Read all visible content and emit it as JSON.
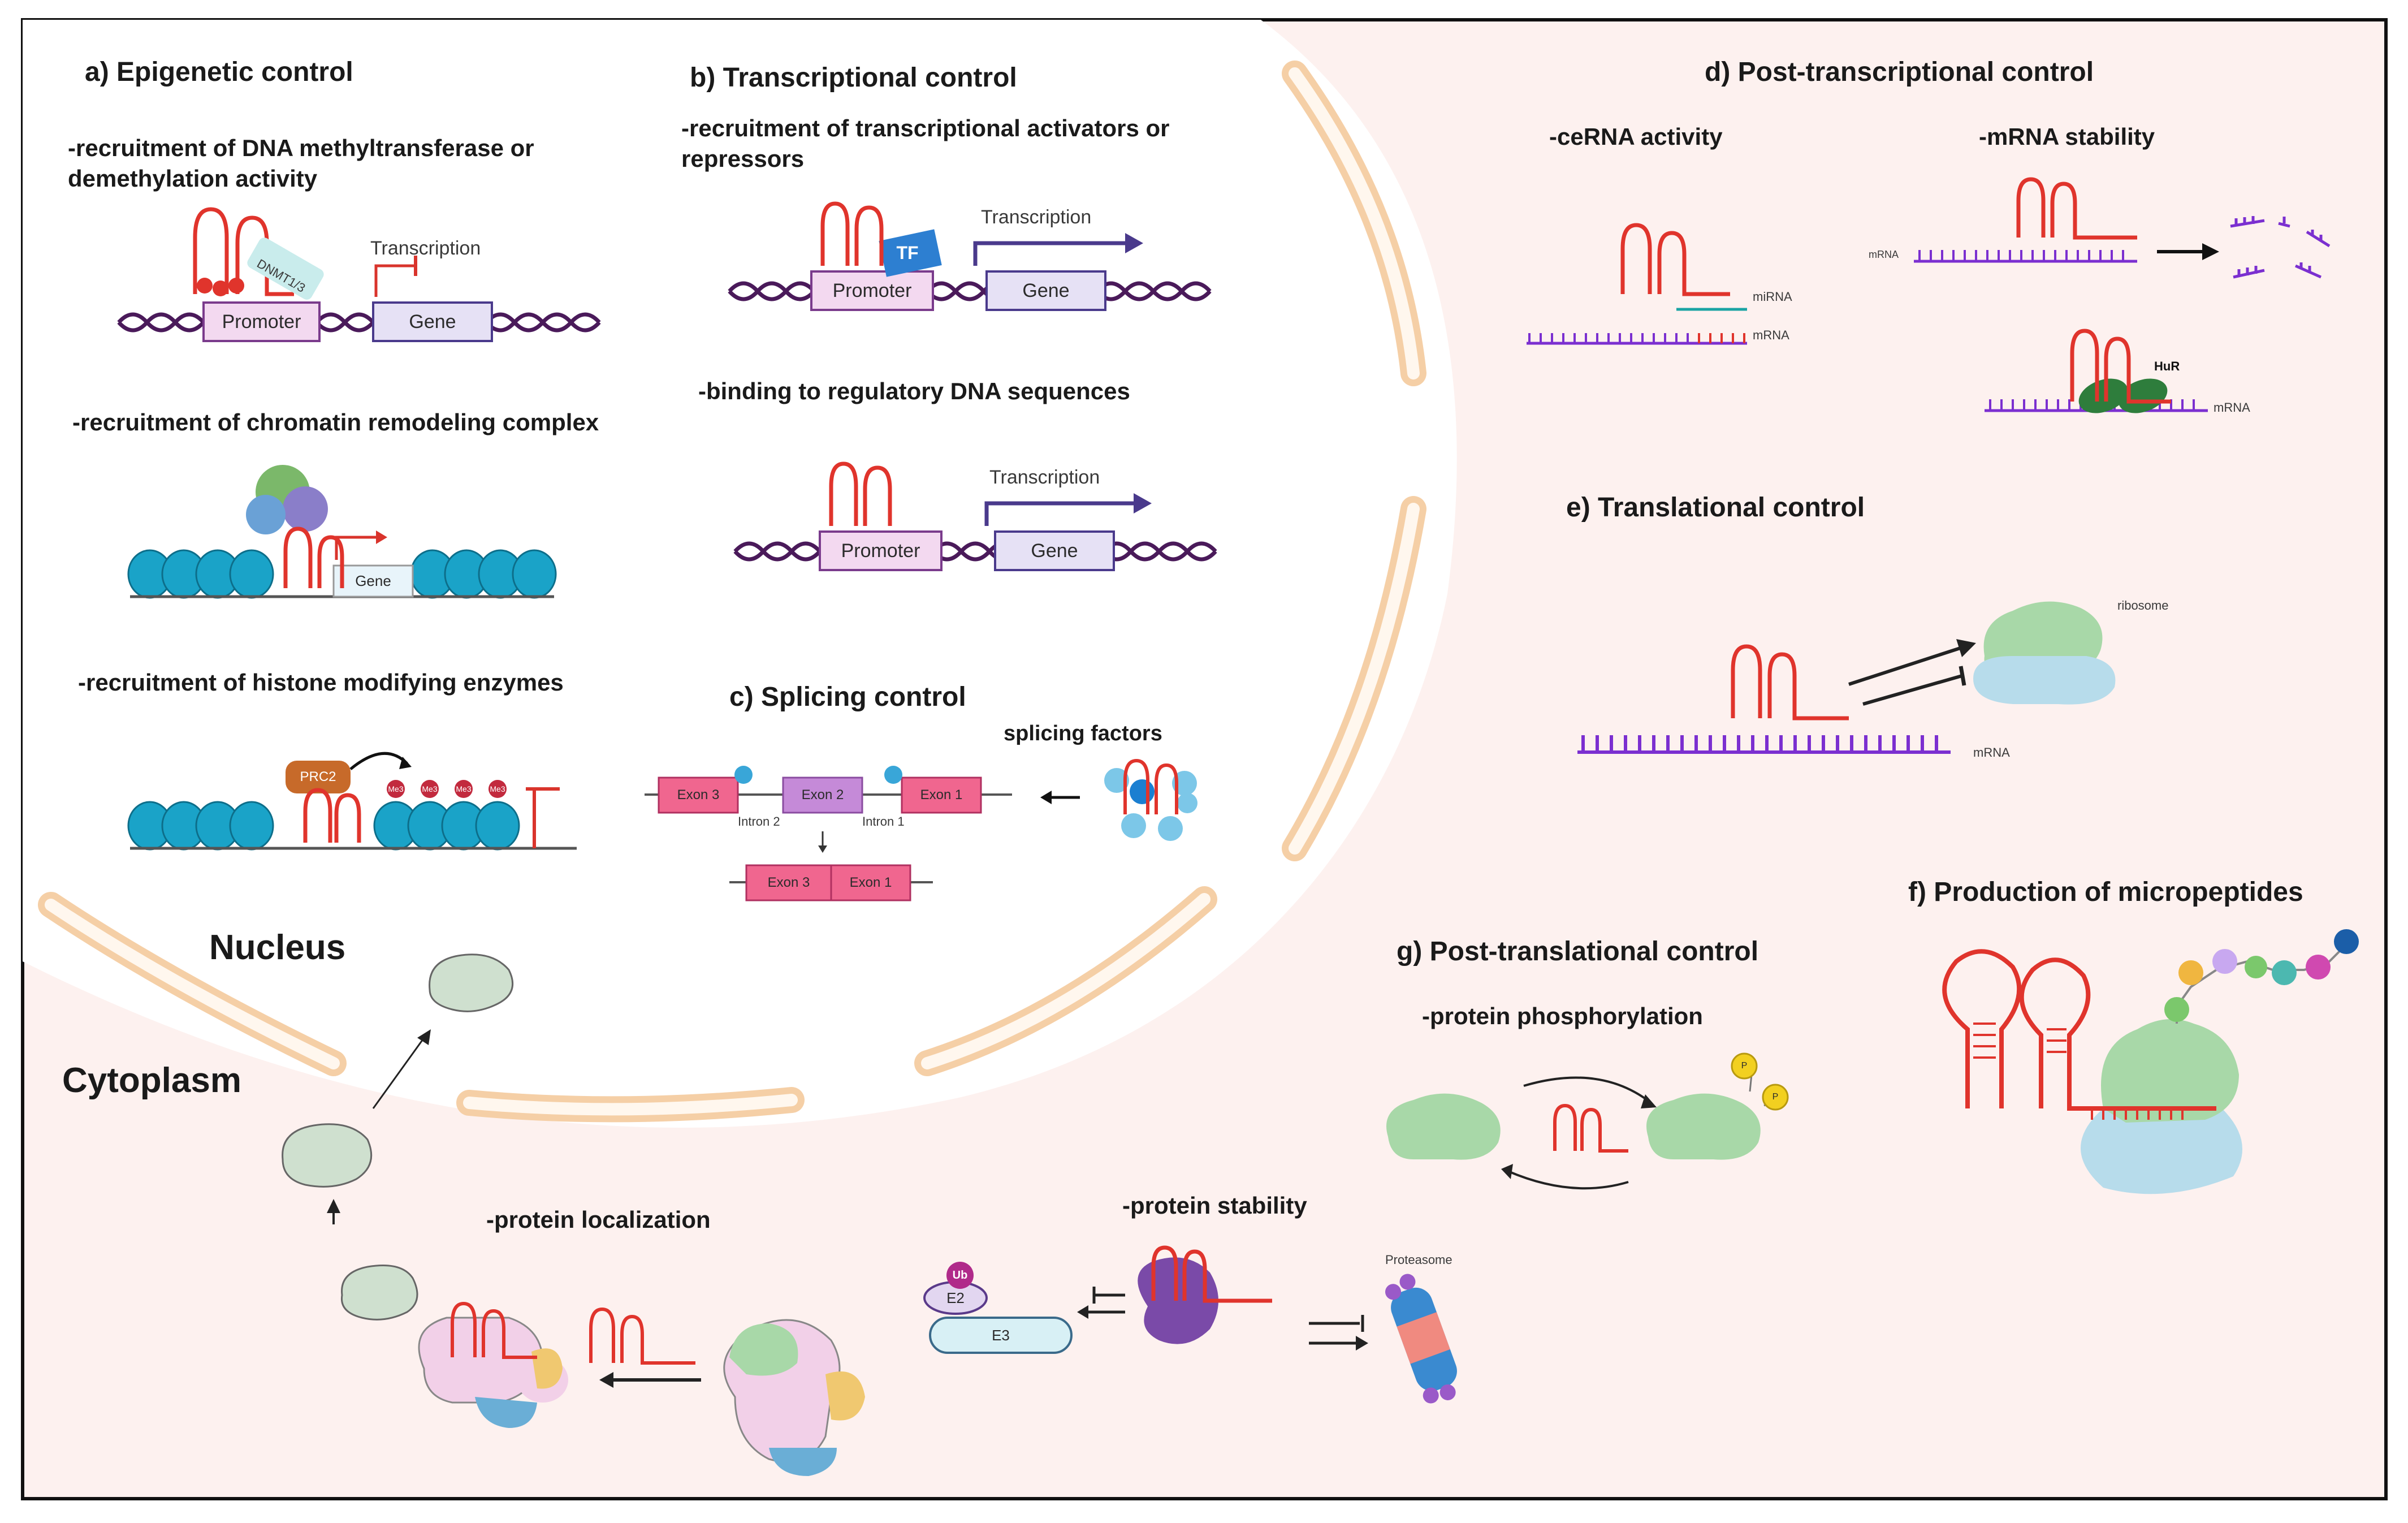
{
  "colors": {
    "nucleus_bg": "#ffffff",
    "cytoplasm_bg": "#fdf1ef",
    "membrane": "#f5cfa6",
    "dna": "#4a1a5a",
    "rna": "#e0342c",
    "promoter_fill": "#f3d9f0",
    "gene_fill": "#e6e1f5",
    "nucleosome": "#1aa3c8",
    "protein_green": "#a8d8a8",
    "protein_blue": "#b7dceb",
    "exon_pink": "#f0668f",
    "exon_purple": "#c58ad8",
    "mrna": "#7b2fd0"
  },
  "panels": {
    "a": {
      "title": "a) Epigenetic control",
      "item1": "-recruitment of DNA methyltransferase or demethylation activity",
      "item2": "-recruitment of chromatin remodeling complex",
      "item3": "-recruitment of histone modifying enzymes",
      "transcription": "Transcription",
      "promoter": "Promoter",
      "gene": "Gene",
      "dnmt": "DNMT1/3",
      "gene_small": "Gene",
      "prc2": "PRC2",
      "me": "Me3"
    },
    "b": {
      "title": "b) Transcriptional control",
      "item1": "-recruitment of transcriptional activators or repressors",
      "item2": "-binding to regulatory DNA sequences",
      "tf": "TF",
      "transcription": "Transcription",
      "promoter": "Promoter",
      "gene": "Gene"
    },
    "c": {
      "title": "c) Splicing control",
      "splicing_factors": "splicing factors",
      "exon3": "Exon 3",
      "exon2": "Exon 2",
      "exon1": "Exon 1",
      "intron2": "Intron 2",
      "intron1": "Intron 1"
    },
    "d": {
      "title": "d) Post-transcriptional control",
      "cerna": "-ceRNA activity",
      "stability": "-mRNA stability",
      "mirna": "miRNA",
      "mrna": "mRNA",
      "mrna_small": "mRNA",
      "hur": "HuR"
    },
    "e": {
      "title": "e) Translational control",
      "ribosome": "ribosome",
      "mrna": "mRNA"
    },
    "f": {
      "title": "f) Production of micropeptides"
    },
    "g": {
      "title": "g) Post-translational control",
      "phospho": "-protein phosphorylation",
      "stability": "-protein stability",
      "localization": "-protein localization",
      "proteasome": "Proteasome",
      "ub": "Ub",
      "e2": "E2",
      "e3": "E3",
      "p": "P"
    }
  },
  "labels": {
    "nucleus": "Nucleus",
    "cytoplasm": "Cytoplasm"
  }
}
